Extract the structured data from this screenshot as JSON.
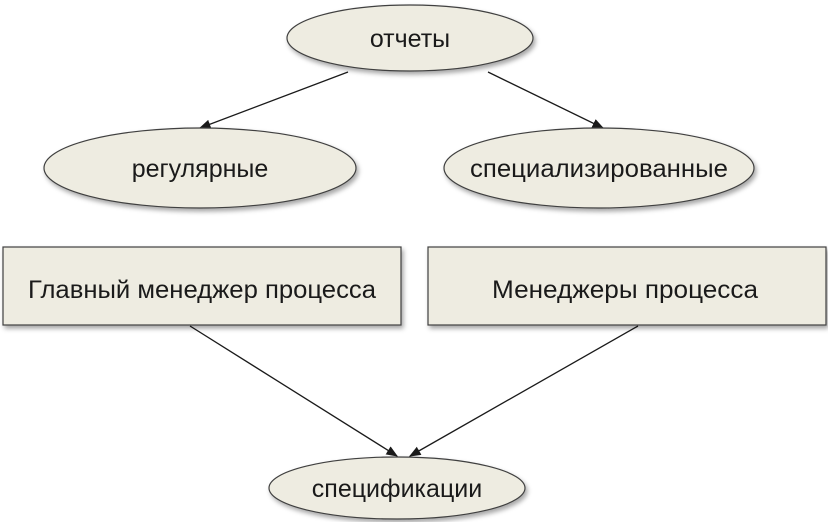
{
  "diagram": {
    "colors": {
      "node_fill": "#eeece1",
      "node_stroke": "#3f3f3f",
      "edge": "#1a1a1a",
      "text": "#1a1a1a"
    },
    "nodes": {
      "reports": {
        "label": "отчеты",
        "shape": "ellipse"
      },
      "regular": {
        "label": "регулярные",
        "shape": "ellipse"
      },
      "specialized": {
        "label": "специализированные",
        "shape": "ellipse"
      },
      "chief_manager": {
        "label": "Главный менеджер процесса",
        "shape": "rectangle"
      },
      "managers": {
        "label": "Менеджеры процесса",
        "shape": "rectangle"
      },
      "specifications": {
        "label": "спецификации",
        "shape": "ellipse"
      }
    },
    "edges": [
      {
        "from": "reports",
        "to": "regular"
      },
      {
        "from": "reports",
        "to": "specialized"
      },
      {
        "from": "chief_manager",
        "to": "specifications"
      },
      {
        "from": "managers",
        "to": "specifications"
      }
    ]
  }
}
